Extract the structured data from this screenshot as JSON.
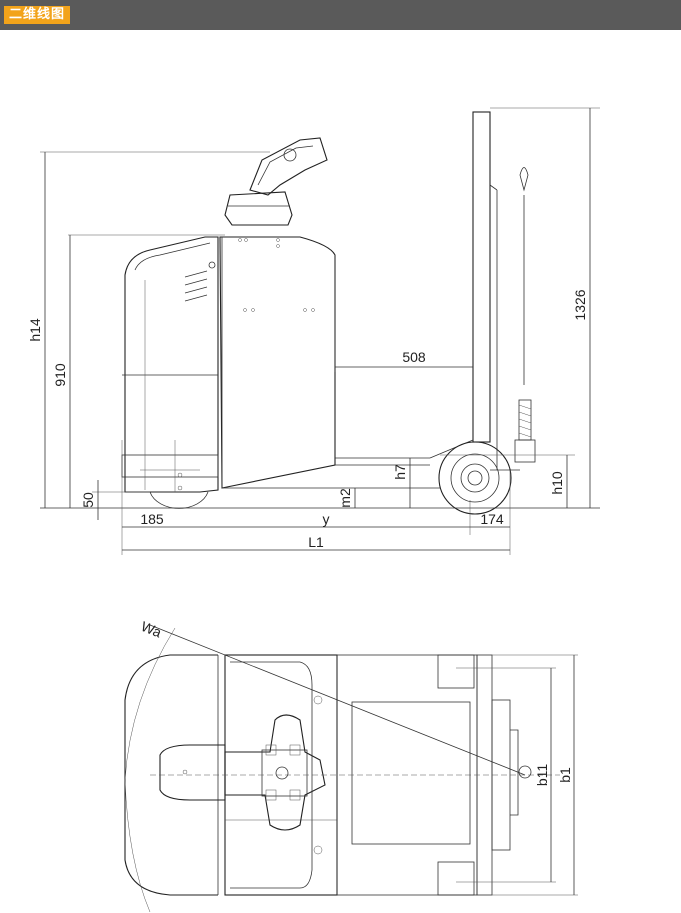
{
  "header": {
    "tag_label": "二维线图",
    "bar_color": "#5a5a5a",
    "tag_color": "#f2a31a"
  },
  "side_view": {
    "dimensions": {
      "h14": "h14",
      "d910": "910",
      "d50": "50",
      "d185": "185",
      "y": "y",
      "d174": "174",
      "L1": "L1",
      "m2": "m2",
      "h7": "h7",
      "d508": "508",
      "h10": "h10",
      "d1326": "1326"
    }
  },
  "top_view": {
    "dimensions": {
      "Wa": "Wa",
      "b11": "b11",
      "b1": "b1"
    }
  }
}
